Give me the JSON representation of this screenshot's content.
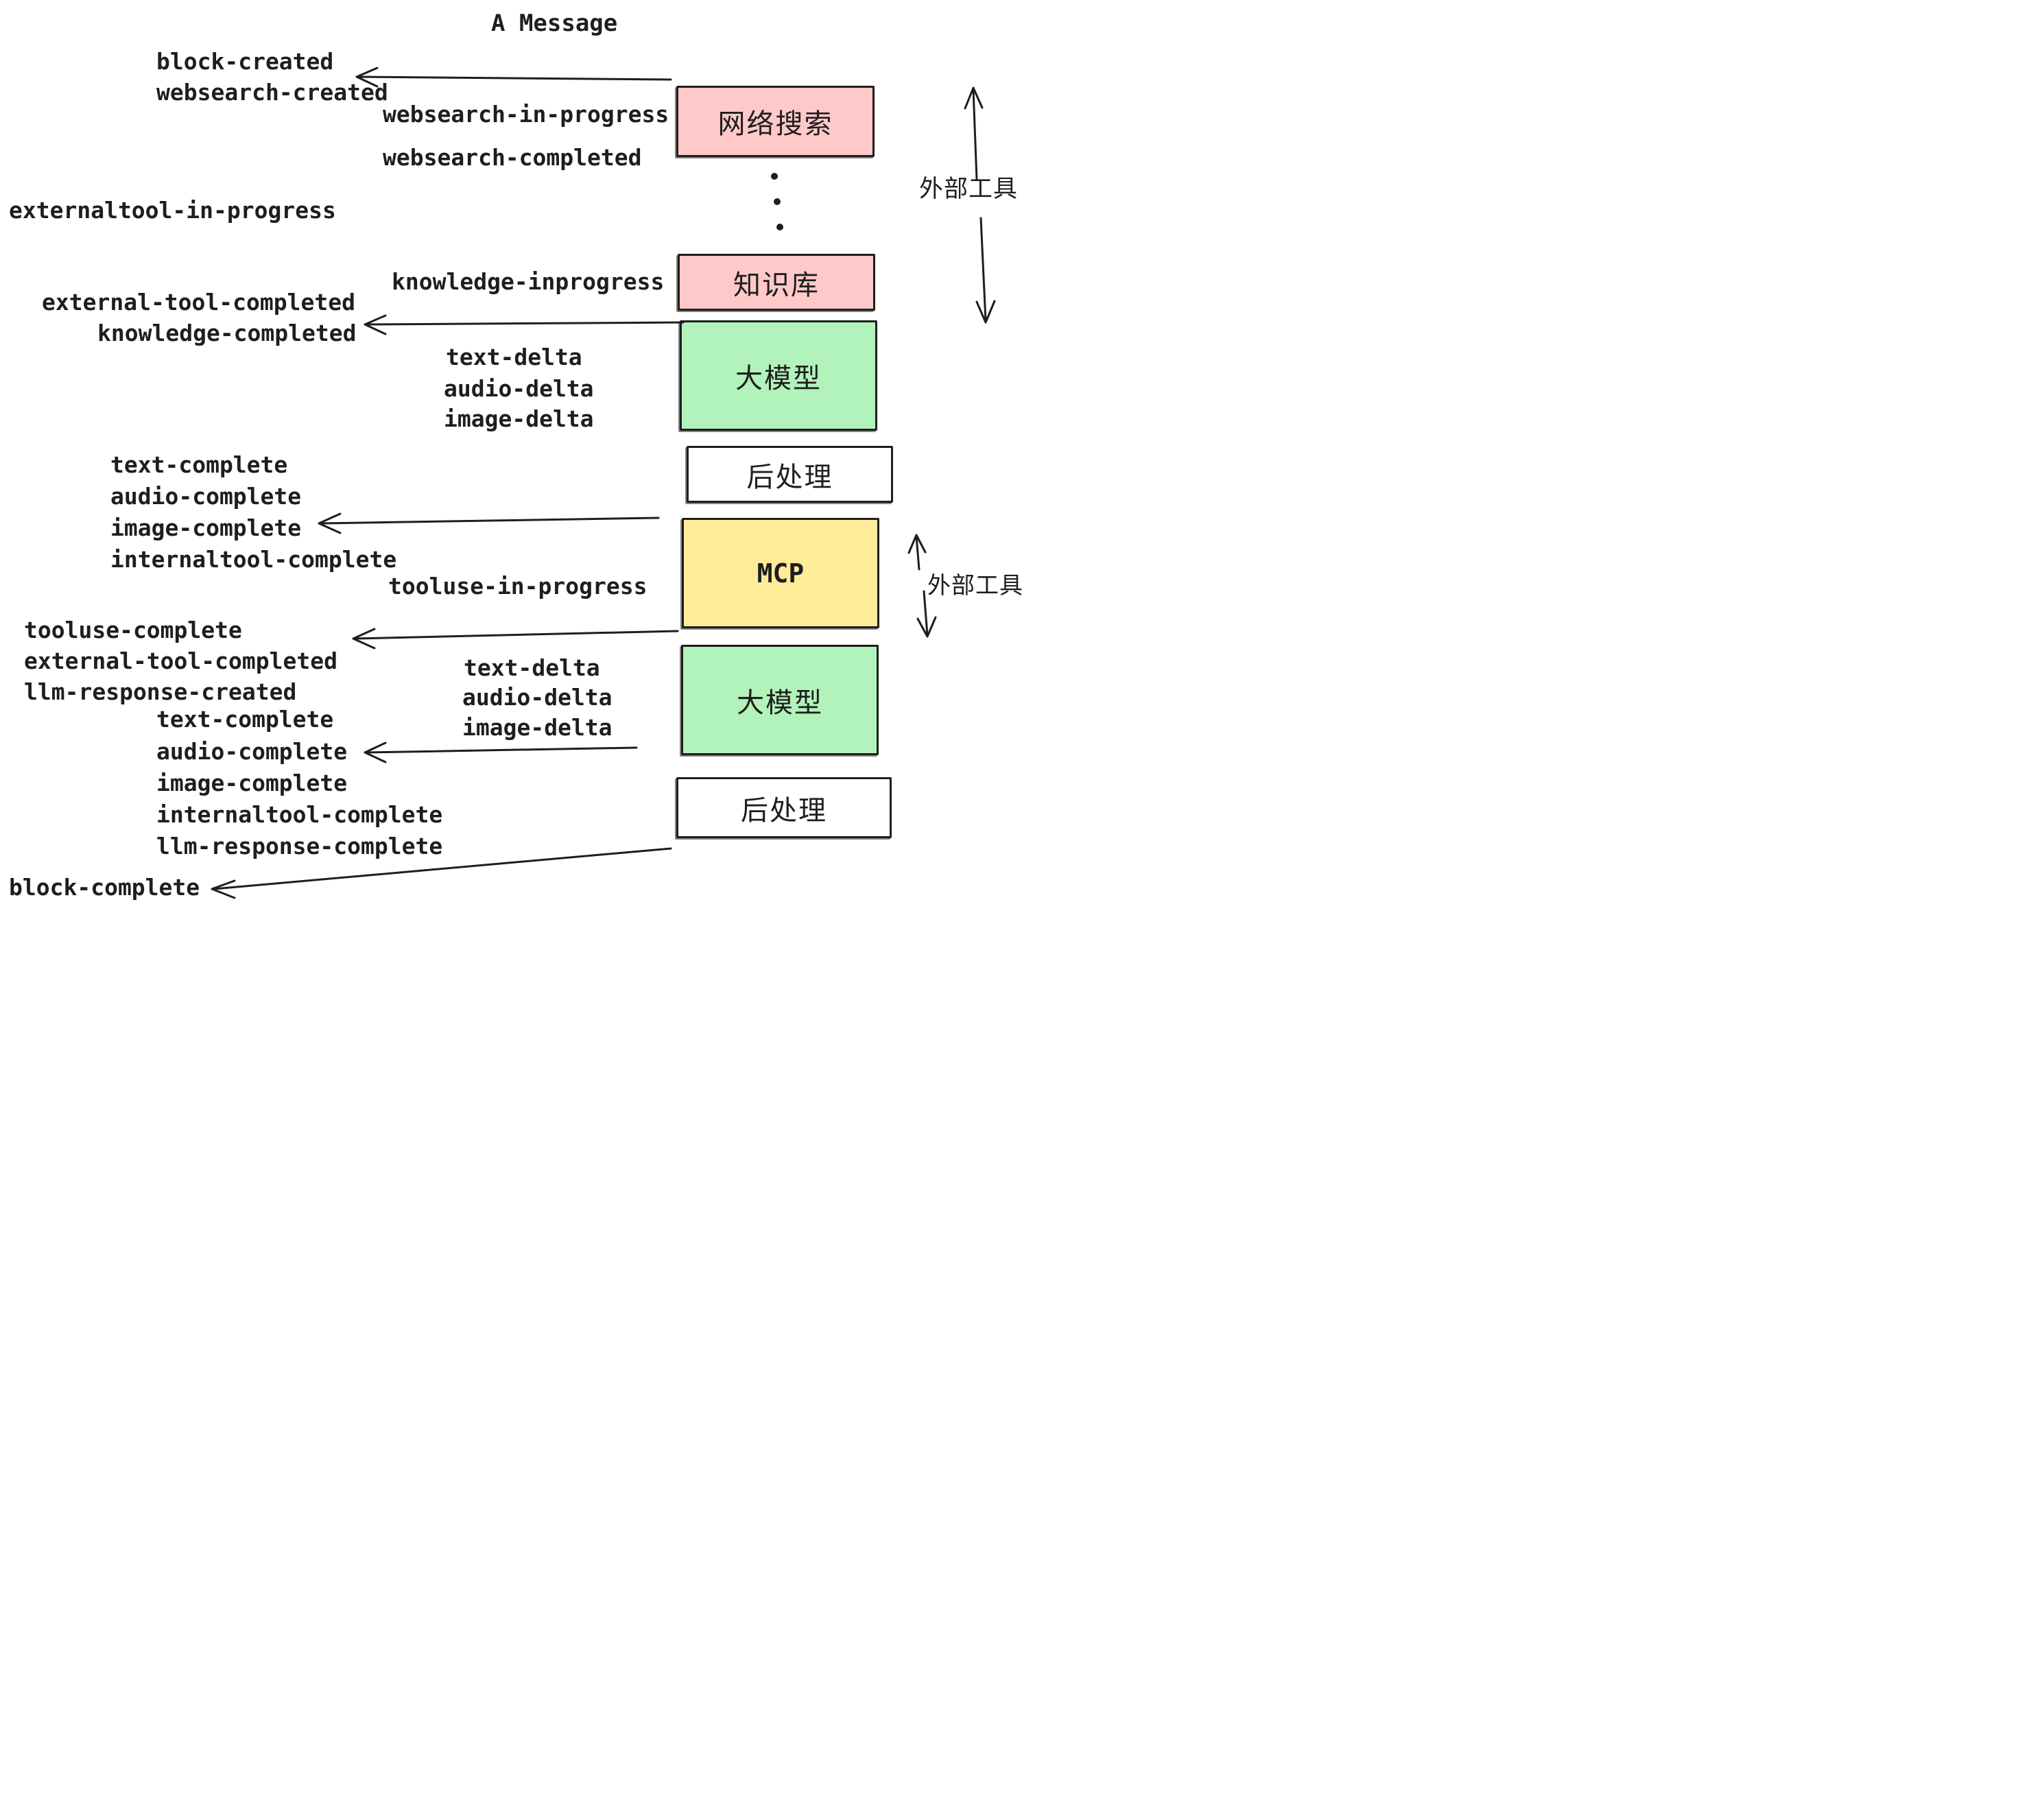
{
  "title": "A Message",
  "event_labels": {
    "block_created": "block-created",
    "websearch_created": "websearch-created",
    "websearch_in_progress": "websearch-in-progress",
    "websearch_completed": "websearch-completed",
    "externaltool_in_progress": "externaltool-in-progress",
    "knowledge_inprogress": "knowledge-inprogress",
    "external_tool_completed": "external-tool-completed",
    "knowledge_completed": "knowledge-completed",
    "text_delta": "text-delta",
    "audio_delta": "audio-delta",
    "image_delta": "image-delta",
    "text_complete": "text-complete",
    "audio_complete": "audio-complete",
    "image_complete": "image-complete",
    "internaltool_complete": "internaltool-complete",
    "tooluse_in_progress": "tooluse-in-progress",
    "tooluse_complete": "tooluse-complete",
    "external_tool_completed_2": "external-tool-completed",
    "llm_response_created": "llm-response-created",
    "text_delta_2": "text-delta",
    "audio_delta_2": "audio-delta",
    "image_delta_2": "image-delta",
    "text_complete_2": "text-complete",
    "audio_complete_2": "audio-complete",
    "image_complete_2": "image-complete",
    "internaltool_complete_2": "internaltool-complete",
    "llm_response_complete": "llm-response-complete",
    "block_complete": "block-complete"
  },
  "boxes": {
    "websearch": {
      "label": "网络搜索",
      "fill": "#ffc9c9"
    },
    "knowledge": {
      "label": "知识库",
      "fill": "#ffc9c9"
    },
    "llm_1": {
      "label": "大模型",
      "fill": "#b2f2bb"
    },
    "postprocess_1": {
      "label": "后处理",
      "fill": "#ffffff"
    },
    "mcp": {
      "label": "MCP",
      "fill": "#ffec99"
    },
    "llm_2": {
      "label": "大模型",
      "fill": "#b2f2bb"
    },
    "postprocess_2": {
      "label": "后处理",
      "fill": "#ffffff"
    }
  },
  "side_labels": {
    "external_tools_top": "外部工具",
    "external_tools_bottom": "外部工具"
  },
  "colors": {
    "ink": "#1e1e1e",
    "pink": "#ffc9c9",
    "green": "#b2f2bb",
    "yellow": "#ffec99",
    "white": "#ffffff",
    "background": "#ffffff"
  }
}
